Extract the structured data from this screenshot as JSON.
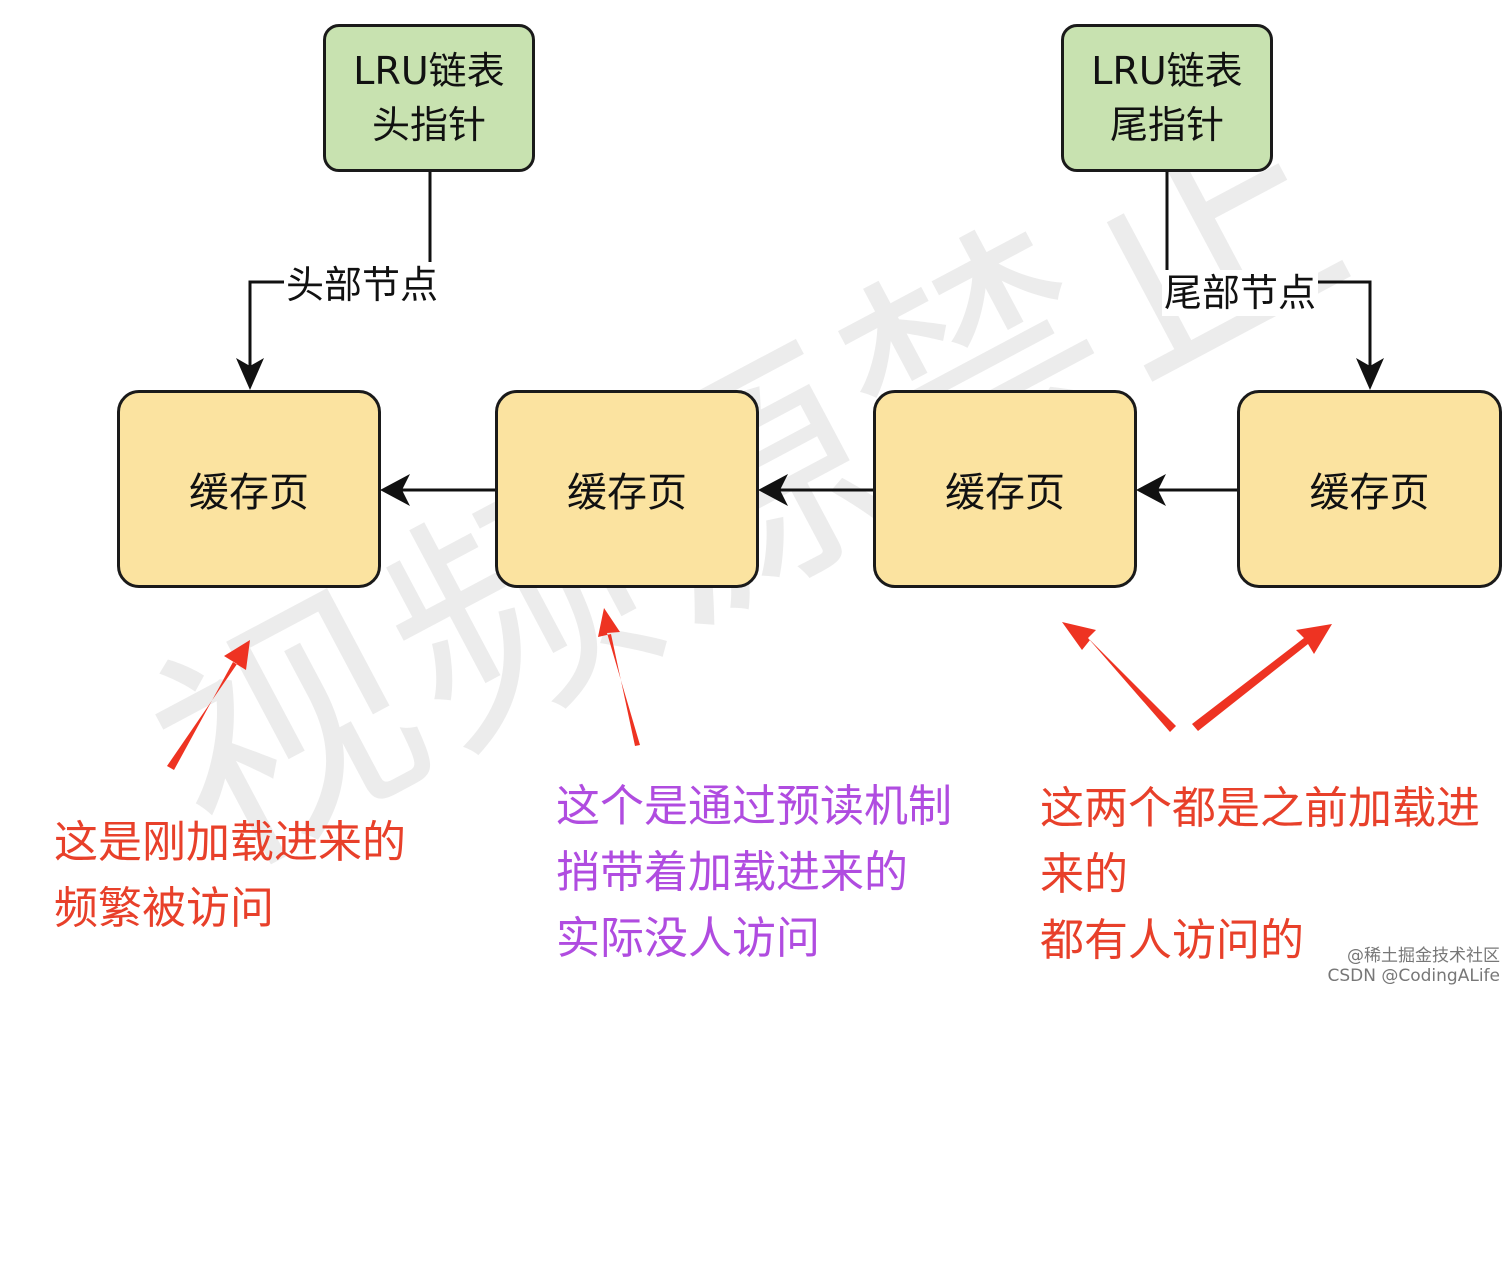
{
  "pointers": {
    "head": "LRU链表\n头指针",
    "tail": "LRU链表\n尾指针"
  },
  "edge_labels": {
    "head_node": "头部节点",
    "tail_node": "尾部节点"
  },
  "pages": [
    "缓存页",
    "缓存页",
    "缓存页",
    "缓存页"
  ],
  "notes": {
    "recent": "这是刚加载进来的\n频繁被访问",
    "prefetch": "这个是通过预读机制\n捎带着加载进来的\n实际没人访问",
    "older": "这两个都是之前加载进来的\n都有人访问的"
  },
  "watermark": "视频源禁止",
  "credit": {
    "line1": "@稀土掘金技术社区",
    "line2": "CSDN @CodingALife"
  },
  "colors": {
    "pointer_fill": "#c8e2b0",
    "page_fill": "#fbe3a0",
    "annotation_red": "#e8402a",
    "annotation_purple": "#b04ce0"
  }
}
